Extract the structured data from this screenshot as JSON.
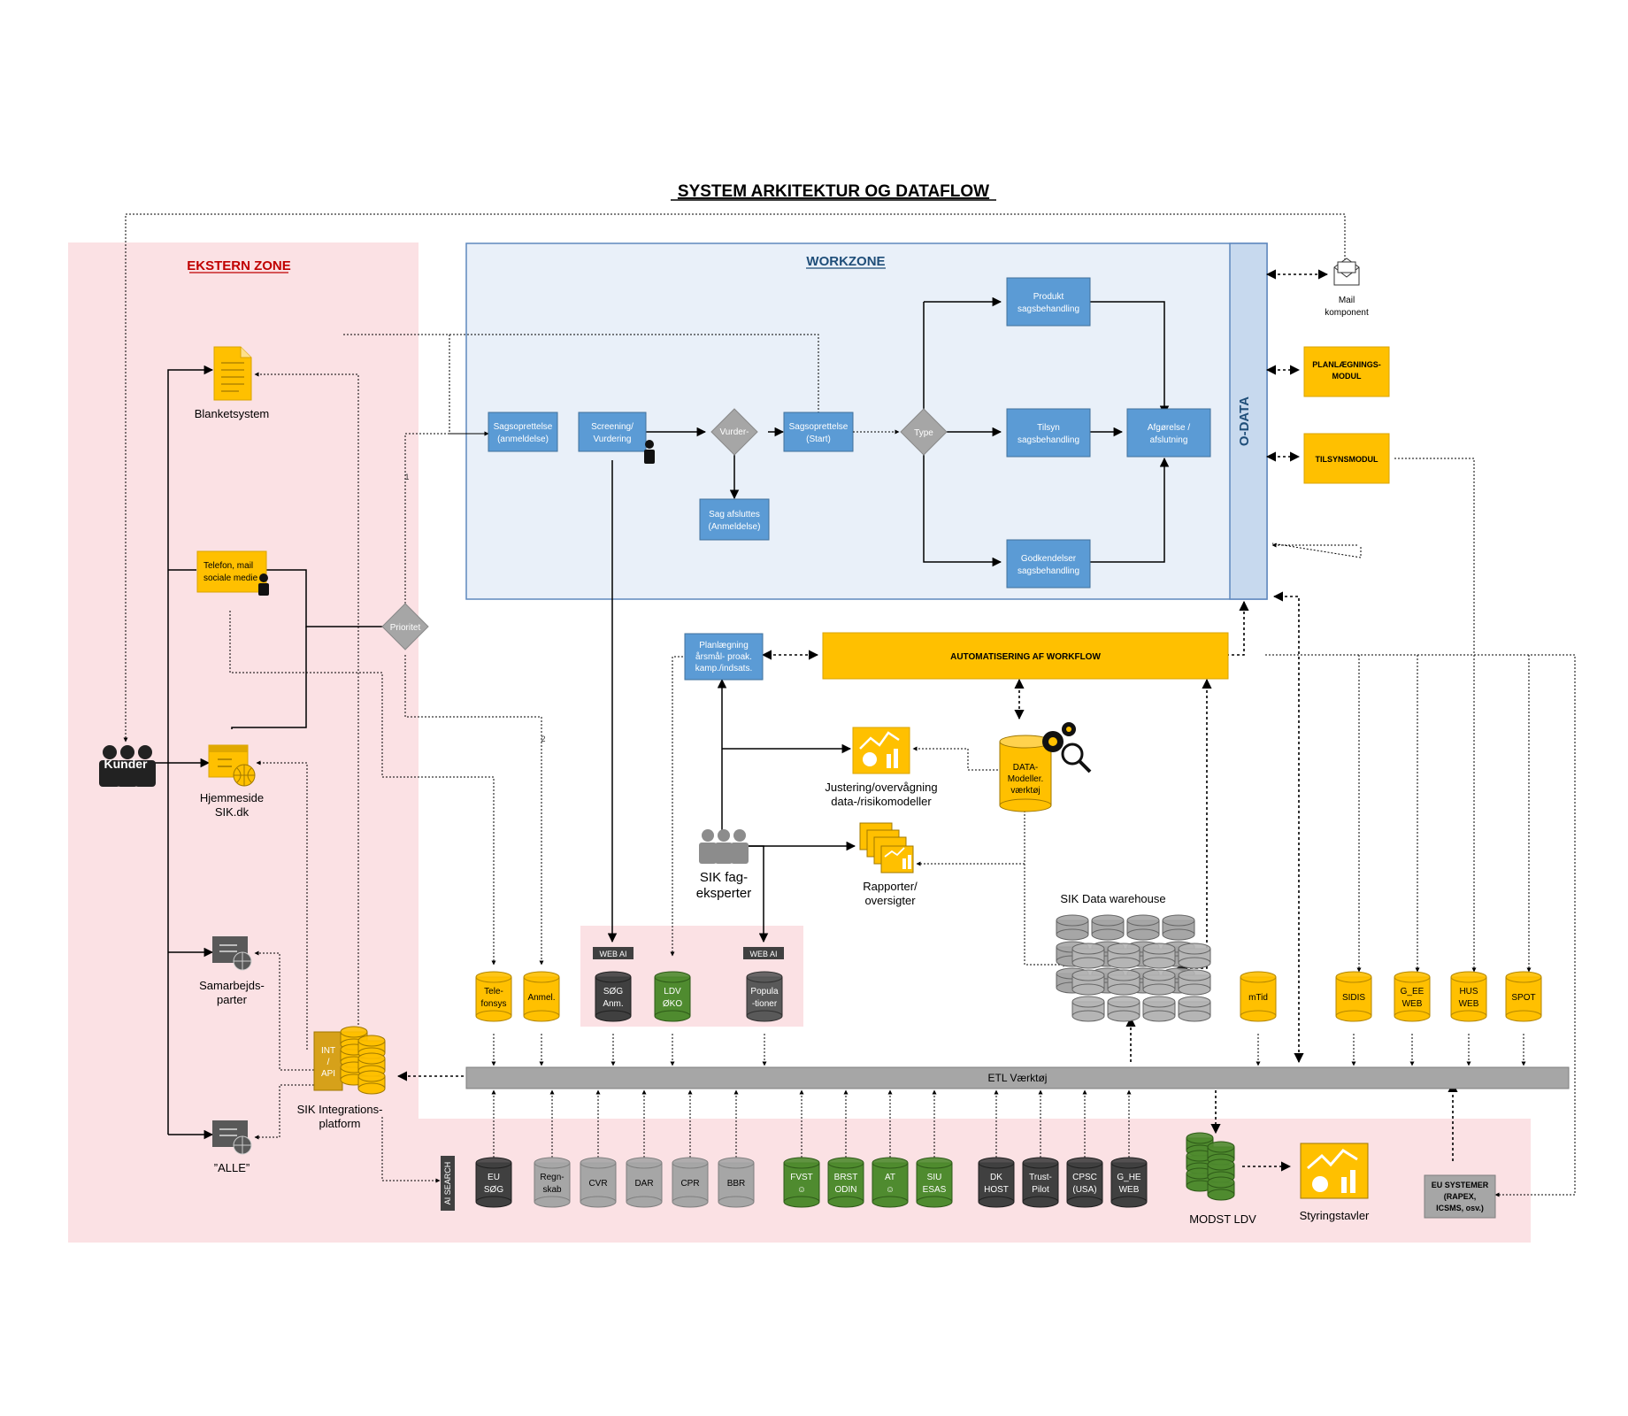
{
  "title": "SYSTEM ARKITEKTUR OG DATAFLOW",
  "colors": {
    "ekstern_bg": "#fbe1e4",
    "workzone_bg": "#e9f0f9",
    "workzone_border": "#5f88bd",
    "process_blue": "#5b9bd5",
    "decision_gray": "#a6a6a6",
    "accent_yellow": "#ffc000",
    "etl_gray": "#a6a6a6",
    "odata_blue": "#c7d9ee",
    "db_gray": "#b0b0b0",
    "db_green": "#4f8b2f",
    "db_dark": "#4d4d4d",
    "db_gold": "#d6a11a",
    "ekstern_title": "#c00000",
    "workzone_title": "#1f4e79"
  },
  "zones": {
    "ekstern": "EKSTERN ZONE",
    "workzone": "WORKZONE",
    "odata": "O-DATA"
  },
  "external_channels": {
    "blanket": "Blanketsystem",
    "telefon": [
      "Telefon, mail",
      "sociale medie"
    ],
    "hjemmeside": [
      "Hjemmeside",
      "SIK.dk"
    ],
    "samarbejd": [
      "Samarbejds-",
      "parter"
    ],
    "alle": "”ALLE”",
    "kunder": "Kunder"
  },
  "priority": {
    "label": "Prioritet",
    "flow1": "1",
    "flow2": "2"
  },
  "workflow": {
    "sagsoprettelse_anm": [
      "Sagsoprettelse",
      "(anmeldelse)"
    ],
    "screening": [
      "Screening/",
      "Vurdering"
    ],
    "vurder": "Vurder-",
    "sag_afsluttes": [
      "Sag afsluttes",
      "(Anmeldelse)"
    ],
    "sagsoprettelse_start": [
      "Sagsoprettelse",
      "(Start)"
    ],
    "type": "Type",
    "produkt": [
      "Produkt",
      "sagsbehandling"
    ],
    "tilsyn": [
      "Tilsyn",
      "sagsbehandling"
    ],
    "godkendelser": [
      "Godkendelser",
      "sagsbehandling"
    ],
    "afgorelse": [
      "Afgørelse /",
      "afslutning"
    ]
  },
  "side_modules": {
    "mail": [
      "Mail",
      "komponent"
    ],
    "planlaegning": [
      "PLANLÆGNINGS-",
      "MODUL"
    ],
    "tilsyn": "TILSYNSMODUL"
  },
  "mid": {
    "planlaegning": [
      "Planlægning",
      "årsmål- proak.",
      "kamp./indsats."
    ],
    "automatisering": "AUTOMATISERING AF WORKFLOW",
    "justering": [
      "Justering/overvågning",
      "data-/risikomodeller"
    ],
    "datamodeller": [
      "DATA-",
      "Modeller.",
      "værktøj"
    ],
    "rapporter": [
      "Rapporter/",
      "oversigter"
    ],
    "fageksperter": [
      "SIK fag-",
      "eksperter"
    ],
    "dwh": "SIK Data warehouse"
  },
  "web_ai": "WEB AI",
  "upper_dbs": [
    {
      "lines": [
        "Tele-",
        "fonsys"
      ]
    },
    {
      "lines": [
        "Anmel."
      ]
    },
    {
      "lines": [
        "SØG",
        "Anm."
      ]
    },
    {
      "lines": [
        "LDV",
        "ØKO"
      ]
    },
    {
      "lines": [
        "Popula",
        "-tioner"
      ]
    },
    {
      "lines": [
        "mTid"
      ]
    },
    {
      "lines": [
        "SIDIS"
      ]
    },
    {
      "lines": [
        "G_EE",
        "WEB"
      ]
    },
    {
      "lines": [
        "HUS",
        "WEB"
      ]
    },
    {
      "lines": [
        "SPOT"
      ]
    }
  ],
  "etl": "ETL Værktøj",
  "integration": {
    "int_api": [
      "INT",
      "/",
      "API"
    ],
    "label": [
      "SIK Integrations-",
      "platform"
    ]
  },
  "ai_search": "AI SEARCH",
  "lower_dbs": [
    {
      "lines": [
        "EU",
        "SØG"
      ]
    },
    {
      "lines": [
        "Regn-",
        "skab"
      ]
    },
    {
      "lines": [
        "CVR"
      ]
    },
    {
      "lines": [
        "DAR"
      ]
    },
    {
      "lines": [
        "CPR"
      ]
    },
    {
      "lines": [
        "BBR"
      ]
    },
    {
      "lines": [
        "FVST",
        "☺"
      ]
    },
    {
      "lines": [
        "BRST",
        "ODIN"
      ]
    },
    {
      "lines": [
        "AT",
        "☺"
      ]
    },
    {
      "lines": [
        "SIU",
        "ESAS"
      ]
    },
    {
      "lines": [
        "DK",
        "HOST"
      ]
    },
    {
      "lines": [
        "Trust-",
        "Pilot"
      ]
    },
    {
      "lines": [
        "CPSC",
        "(USA)"
      ]
    },
    {
      "lines": [
        "G_HE",
        "WEB"
      ]
    }
  ],
  "modst_ldv": "MODST LDV",
  "styringstavler": "Styringstavler",
  "eu_systemer": [
    "EU SYSTEMER",
    "(RAPEX,",
    "ICSMS, osv.)"
  ]
}
